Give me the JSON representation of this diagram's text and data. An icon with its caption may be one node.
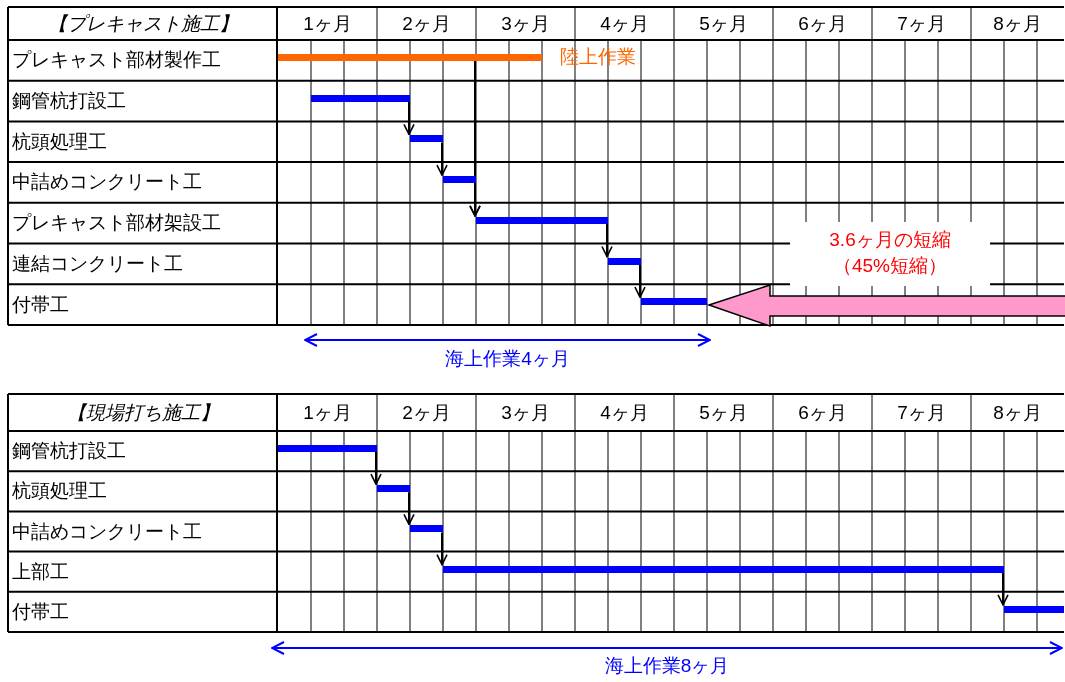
{
  "diagram": {
    "nodes": [
      {
        "text": [],
        "shape": "bar",
        "beside": [
          "陸上作業"
        ]
      },
      {
        "text": [],
        "shape": "bar"
      },
      {
        "text": [],
        "shape": "bar"
      },
      {
        "text": [],
        "shape": "bar"
      },
      {
        "text": [],
        "shape": "bar"
      },
      {
        "text": [],
        "shape": "bar"
      },
      {
        "text": [],
        "shape": "bar"
      },
      {
        "text": [],
        "shape": "bar"
      },
      {
        "text": [],
        "shape": "bar"
      },
      {
        "text": [],
        "shape": "bar"
      },
      {
        "text": [],
        "shape": "bar"
      },
      {
        "text": [],
        "shape": "bar"
      }
    ],
    "edges": [
      {
        "from": 0,
        "to": 4,
        "arrow": "to"
      },
      {
        "from": 1,
        "to": 2,
        "arrow": "to"
      },
      {
        "from": 2,
        "to": 3,
        "arrow": "to"
      },
      {
        "from": 3,
        "to": 4,
        "arrow": "to"
      },
      {
        "from": 4,
        "to": 5,
        "arrow": "to"
      },
      {
        "from": 5,
        "to": 6,
        "arrow": "to"
      },
      {
        "from": 7,
        "to": 8,
        "arrow": "to"
      },
      {
        "from": 8,
        "to": 9,
        "arrow": "to"
      },
      {
        "from": 9,
        "to": 10,
        "arrow": "to"
      },
      {
        "from": 10,
        "to": 11,
        "arrow": "to"
      }
    ],
    "labels": [
      "【プレキャスト施工】",
      "1ヶ月",
      "2ヶ月",
      "3ヶ月",
      "4ヶ月",
      "5ヶ月",
      "6ヶ月",
      "7ヶ月",
      "8ヶ月",
      "プレキャスト部材製作工",
      "鋼管杭打設工",
      "杭頭処理工",
      "中詰めコンクリート工",
      "プレキャスト部材架設工",
      "連結コンクリート工",
      "付帯工",
      "3.6ヶ月の短縮",
      "（45%短縮）",
      "海上作業4ヶ月",
      "【現場打ち施工】",
      "1ヶ月",
      "2ヶ月",
      "3ヶ月",
      "4ヶ月",
      "5ヶ月",
      "6ヶ月",
      "7ヶ月",
      "8ヶ月",
      "鋼管杭打設工",
      "杭頭処理工",
      "中詰めコンクリート工",
      "上部工",
      "付帯工",
      "海上作業8ヶ月"
    ]
  }
}
